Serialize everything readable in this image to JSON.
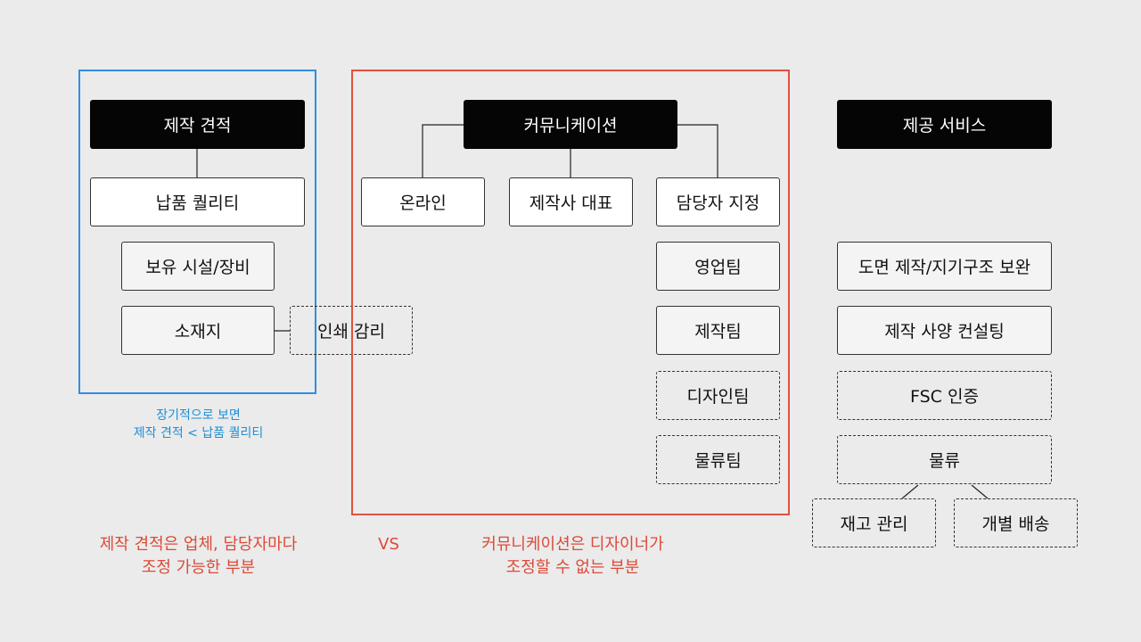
{
  "left_group": {
    "root": "제작 견적",
    "quality": "납품 퀄리티",
    "facility": "보유 시설/장비",
    "material": "소재지",
    "print_supervision": "인쇄 감리",
    "caption_line1": "장기적으로 보면",
    "caption_line2": "제작 견적 < 납품 퀄리티"
  },
  "center_group": {
    "root": "커뮤니케이션",
    "online": "온라인",
    "ceo": "제작사 대표",
    "assigned": "담당자 지정",
    "sales_team": "영업팀",
    "production_team": "제작팀",
    "design_team": "디자인팀",
    "logistics_team": "물류팀"
  },
  "right_group": {
    "root": "제공 서비스",
    "drawing": "도면 제작/지기구조 보완",
    "consulting": "제작 사양 컨설팅",
    "fsc": "FSC 인증",
    "logistics": "물류",
    "inventory": "재고 관리",
    "delivery": "개별 배송"
  },
  "bottom": {
    "left_line1": "제작 견적은 업체, 담당자마다",
    "left_line2": "조정 가능한 부분",
    "vs": "VS",
    "right_line1": "커뮤니케이션은 디자이너가",
    "right_line2": "조정할 수 없는 부분"
  },
  "colors": {
    "blue": "#2f8ee0",
    "red": "#e0503f",
    "dark_box": "#050505",
    "background": "#ebebeb"
  }
}
